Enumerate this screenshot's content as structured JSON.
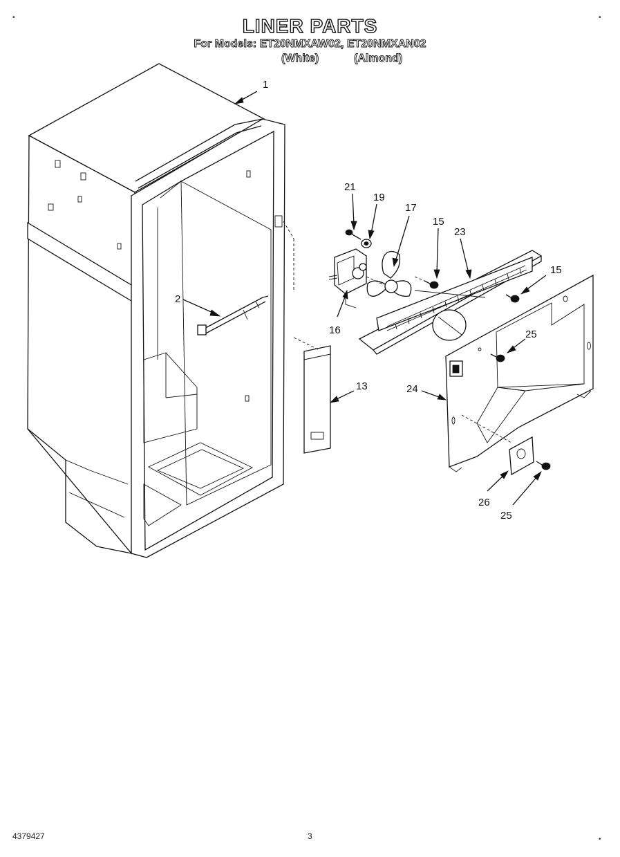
{
  "header": {
    "title": "LINER PARTS",
    "models": "For Models: ET20NMXAW02, ET20NMXAN02",
    "variant_white": "(White)",
    "variant_almond": "(Almond)"
  },
  "callouts": [
    {
      "id": "c1",
      "label": "1"
    },
    {
      "id": "c2",
      "label": "2"
    },
    {
      "id": "c21",
      "label": "21"
    },
    {
      "id": "c19",
      "label": "19"
    },
    {
      "id": "c17",
      "label": "17"
    },
    {
      "id": "c15a",
      "label": "15"
    },
    {
      "id": "c23",
      "label": "23"
    },
    {
      "id": "c15b",
      "label": "15"
    },
    {
      "id": "c16",
      "label": "16"
    },
    {
      "id": "c13",
      "label": "13"
    },
    {
      "id": "c25a",
      "label": "25"
    },
    {
      "id": "c24",
      "label": "24"
    },
    {
      "id": "c26",
      "label": "26"
    },
    {
      "id": "c25b",
      "label": "25"
    }
  ],
  "footer": {
    "doc_number": "4379427",
    "page_number": "3"
  }
}
